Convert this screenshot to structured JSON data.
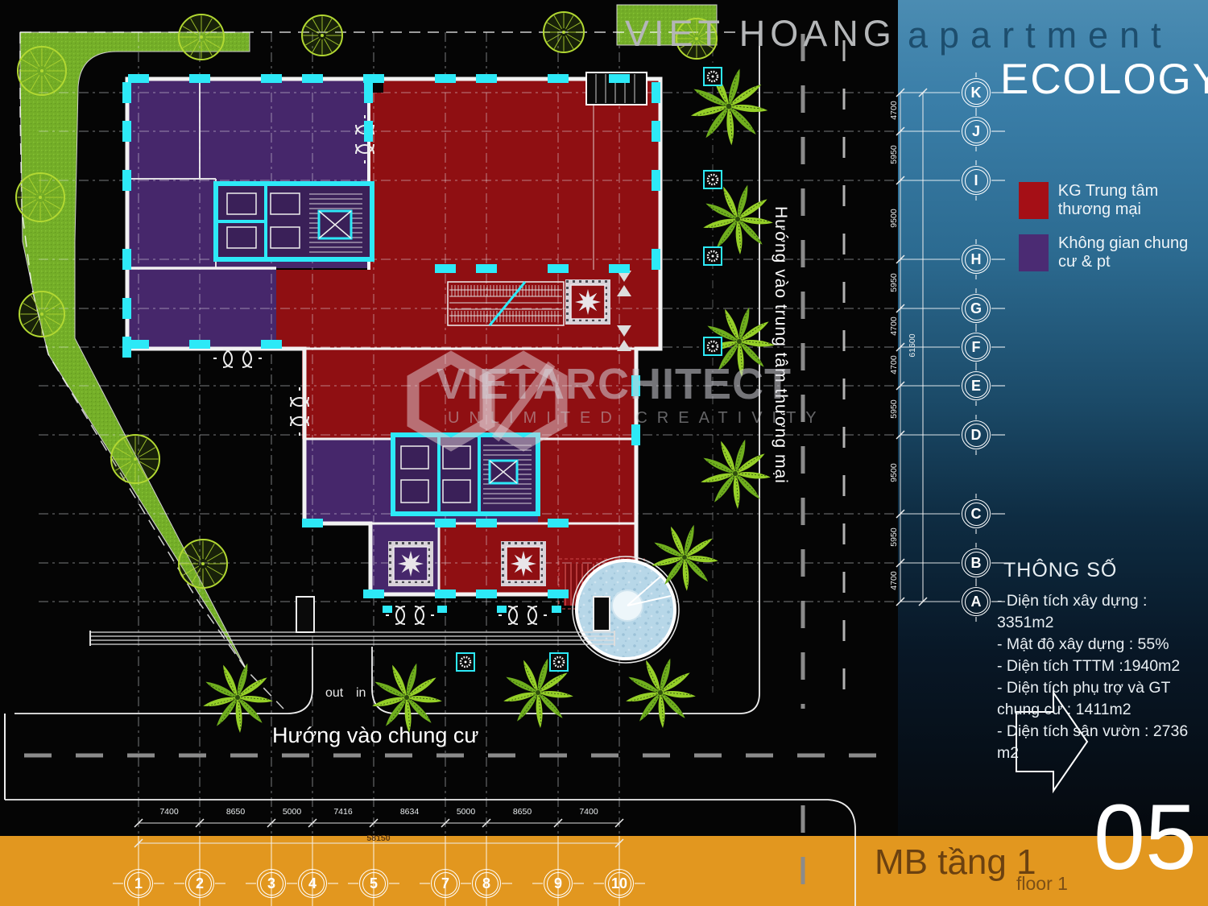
{
  "header": {
    "brand_left": "VIET HOANG",
    "brand_right": "apartment",
    "panel_title": "ECOLOGY"
  },
  "legend": {
    "commercial": {
      "label": "KG Trung tâm thương mại",
      "color": "#a50f16"
    },
    "residential": {
      "label": "Không gian chung cư & pt",
      "color": "#4b2b73"
    }
  },
  "specs": {
    "title": "THÔNG SỐ",
    "items": [
      "- Diện tích xây dựng : 3351m2",
      "- Mật độ xây dựng : 55%",
      "- Diện tích TTTM :1940m2",
      "- Diện tích phụ trợ và GT chung cư : 1411m2",
      "- Diện tích sân vườn : 2736 m2"
    ]
  },
  "plan_labels": {
    "road_right_vertical": "Hướng vào trung tâm thương mại",
    "road_bottom": "Hướng vào chung cư",
    "out": "out",
    "in": "in"
  },
  "grid": {
    "row_letters": [
      "K",
      "J",
      "I",
      "H",
      "G",
      "F",
      "E",
      "D",
      "C",
      "B",
      "A"
    ],
    "col_numbers": [
      "1",
      "2",
      "3",
      "4",
      "5",
      "7",
      "8",
      "9",
      "10"
    ],
    "row_dims": [
      "4700",
      "5950",
      "9500",
      "5950",
      "4700",
      "4700",
      "5950",
      "9500",
      "5950",
      "4700"
    ],
    "row_total": "61600",
    "col_dims": [
      "7400",
      "8650",
      "5000",
      "7416",
      "8634",
      "5000",
      "8650",
      "7400"
    ],
    "col_total": "58150"
  },
  "watermark": {
    "title": "VIETARCHITECT",
    "subtitle": "UNLIMITED CREATIVITY"
  },
  "footer": {
    "sheet_title": "MB tầng 1",
    "sheet_subtitle": "floor 1",
    "page_number": "05"
  },
  "colors": {
    "accent_cyan": "#2de9f7",
    "zone_commercial": "#8f0f12",
    "zone_residential": "#46276b",
    "panel_blue": "#3a7ea8",
    "bar_orange": "#e2971f",
    "grass_green": "#74ae28",
    "tree_green": "#b2d832",
    "pool_blue": "#b7d7e8"
  }
}
